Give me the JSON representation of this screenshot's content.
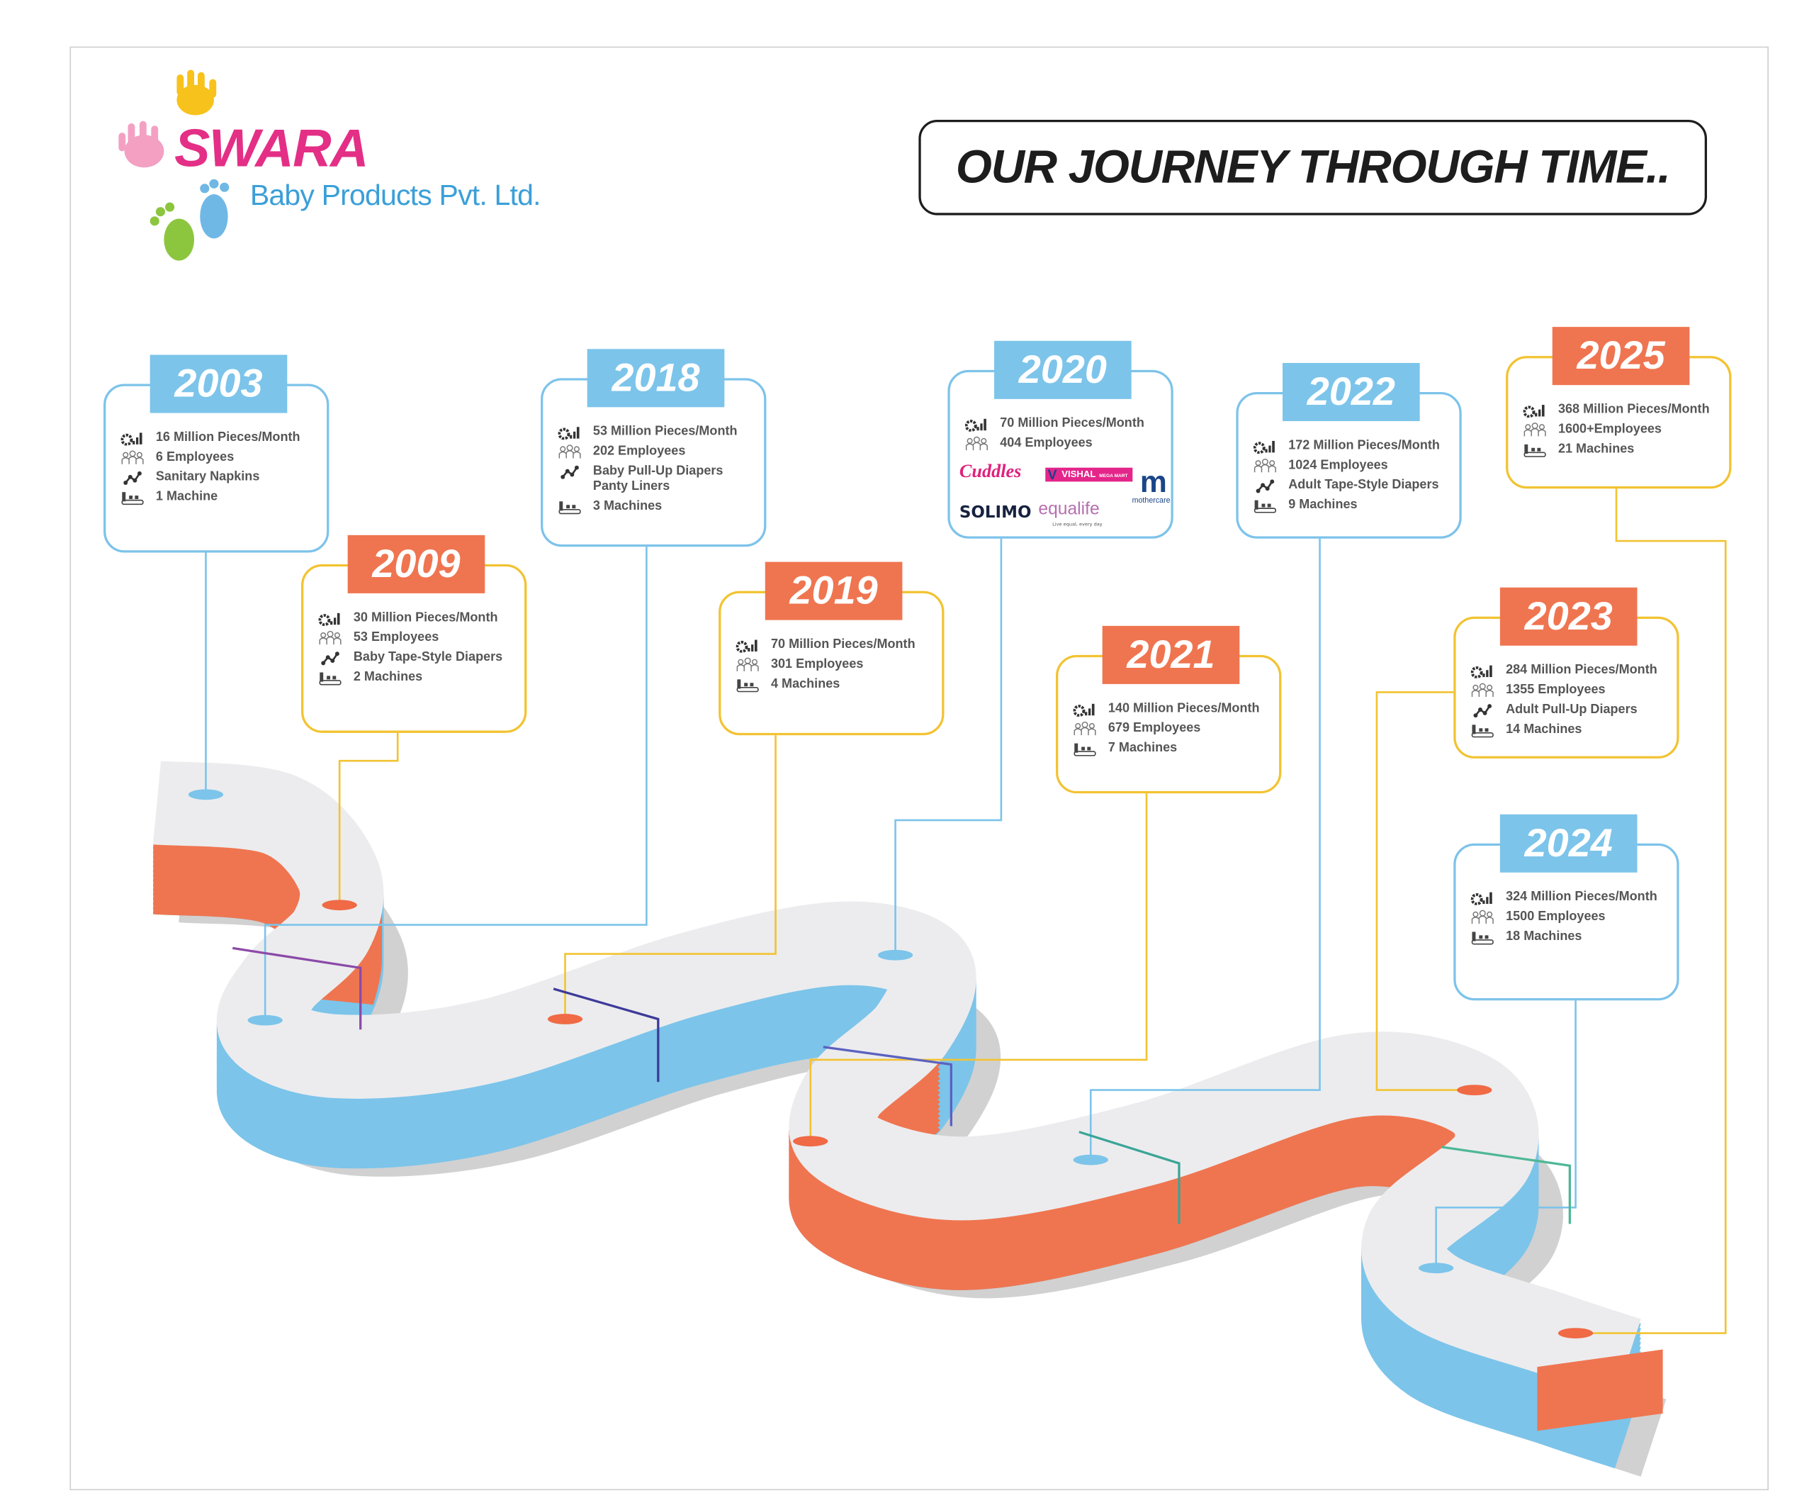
{
  "logo": {
    "name": "SWARA",
    "subtitle": "Baby Products Pvt. Ltd."
  },
  "title": "OUR JOURNEY THROUGH TIME..",
  "colors": {
    "blue": "#7cc4ea",
    "orange": "#ef7550",
    "yellow": "#f2c332",
    "road_top": "#ececee",
    "text": "#555555"
  },
  "timeline": [
    {
      "year": "2003",
      "color": "blue",
      "items": [
        {
          "icon": "production-icon",
          "text": "16 Million Pieces/Month"
        },
        {
          "icon": "employees-icon",
          "text": "6 Employees"
        },
        {
          "icon": "product-icon",
          "text": "Sanitary Napkins"
        },
        {
          "icon": "machine-icon",
          "text": "1 Machine"
        }
      ]
    },
    {
      "year": "2009",
      "color": "orange",
      "items": [
        {
          "icon": "production-icon",
          "text": "30 Million Pieces/Month"
        },
        {
          "icon": "employees-icon",
          "text": "53 Employees"
        },
        {
          "icon": "product-icon",
          "text": "Baby Tape-Style Diapers"
        },
        {
          "icon": "machine-icon",
          "text": "2 Machines"
        }
      ]
    },
    {
      "year": "2018",
      "color": "blue",
      "items": [
        {
          "icon": "production-icon",
          "text": "53 Million Pieces/Month"
        },
        {
          "icon": "employees-icon",
          "text": "202 Employees"
        },
        {
          "icon": "product-icon",
          "text": "Baby Pull-Up Diapers\nPanty Liners"
        },
        {
          "icon": "machine-icon",
          "text": "3 Machines"
        }
      ]
    },
    {
      "year": "2019",
      "color": "orange",
      "items": [
        {
          "icon": "production-icon",
          "text": "70 Million Pieces/Month"
        },
        {
          "icon": "employees-icon",
          "text": "301 Employees"
        },
        {
          "icon": "machine-icon",
          "text": "4 Machines"
        }
      ]
    },
    {
      "year": "2020",
      "color": "blue",
      "items": [
        {
          "icon": "production-icon",
          "text": "70 Million Pieces/Month"
        },
        {
          "icon": "employees-icon",
          "text": "404 Employees"
        }
      ],
      "brands": {
        "cuddles": "Cuddles",
        "vishal": "VISHAL",
        "vishal_sub": "MEGA MART",
        "mothercare_mark": "m",
        "mothercare": "mothercare",
        "solimo": "SOLIMO",
        "equalife": "equalife",
        "equalife_tag": "Live equal, every day"
      }
    },
    {
      "year": "2021",
      "color": "orange",
      "items": [
        {
          "icon": "production-icon",
          "text": "140 Million Pieces/Month"
        },
        {
          "icon": "employees-icon",
          "text": "679 Employees"
        },
        {
          "icon": "machine-icon",
          "text": "7 Machines"
        }
      ]
    },
    {
      "year": "2022",
      "color": "blue",
      "items": [
        {
          "icon": "production-icon",
          "text": "172 Million Pieces/Month"
        },
        {
          "icon": "employees-icon",
          "text": "1024 Employees"
        },
        {
          "icon": "product-icon",
          "text": "Adult Tape-Style Diapers"
        },
        {
          "icon": "machine-icon",
          "text": "9 Machines"
        }
      ]
    },
    {
      "year": "2023",
      "color": "orange",
      "items": [
        {
          "icon": "production-icon",
          "text": "284 Million Pieces/Month"
        },
        {
          "icon": "employees-icon",
          "text": "1355 Employees"
        },
        {
          "icon": "product-icon",
          "text": "Adult Pull-Up Diapers"
        },
        {
          "icon": "machine-icon",
          "text": "14 Machines"
        }
      ]
    },
    {
      "year": "2024",
      "color": "blue",
      "items": [
        {
          "icon": "production-icon",
          "text": "324 Million Pieces/Month"
        },
        {
          "icon": "employees-icon",
          "text": "1500 Employees"
        },
        {
          "icon": "machine-icon",
          "text": "18 Machines"
        }
      ]
    },
    {
      "year": "2025",
      "color": "orange",
      "items": [
        {
          "icon": "production-icon",
          "text": "368 Million Pieces/Month"
        },
        {
          "icon": "employees-icon",
          "text": "1600+Employees"
        },
        {
          "icon": "machine-icon",
          "text": "21 Machines"
        }
      ]
    }
  ]
}
